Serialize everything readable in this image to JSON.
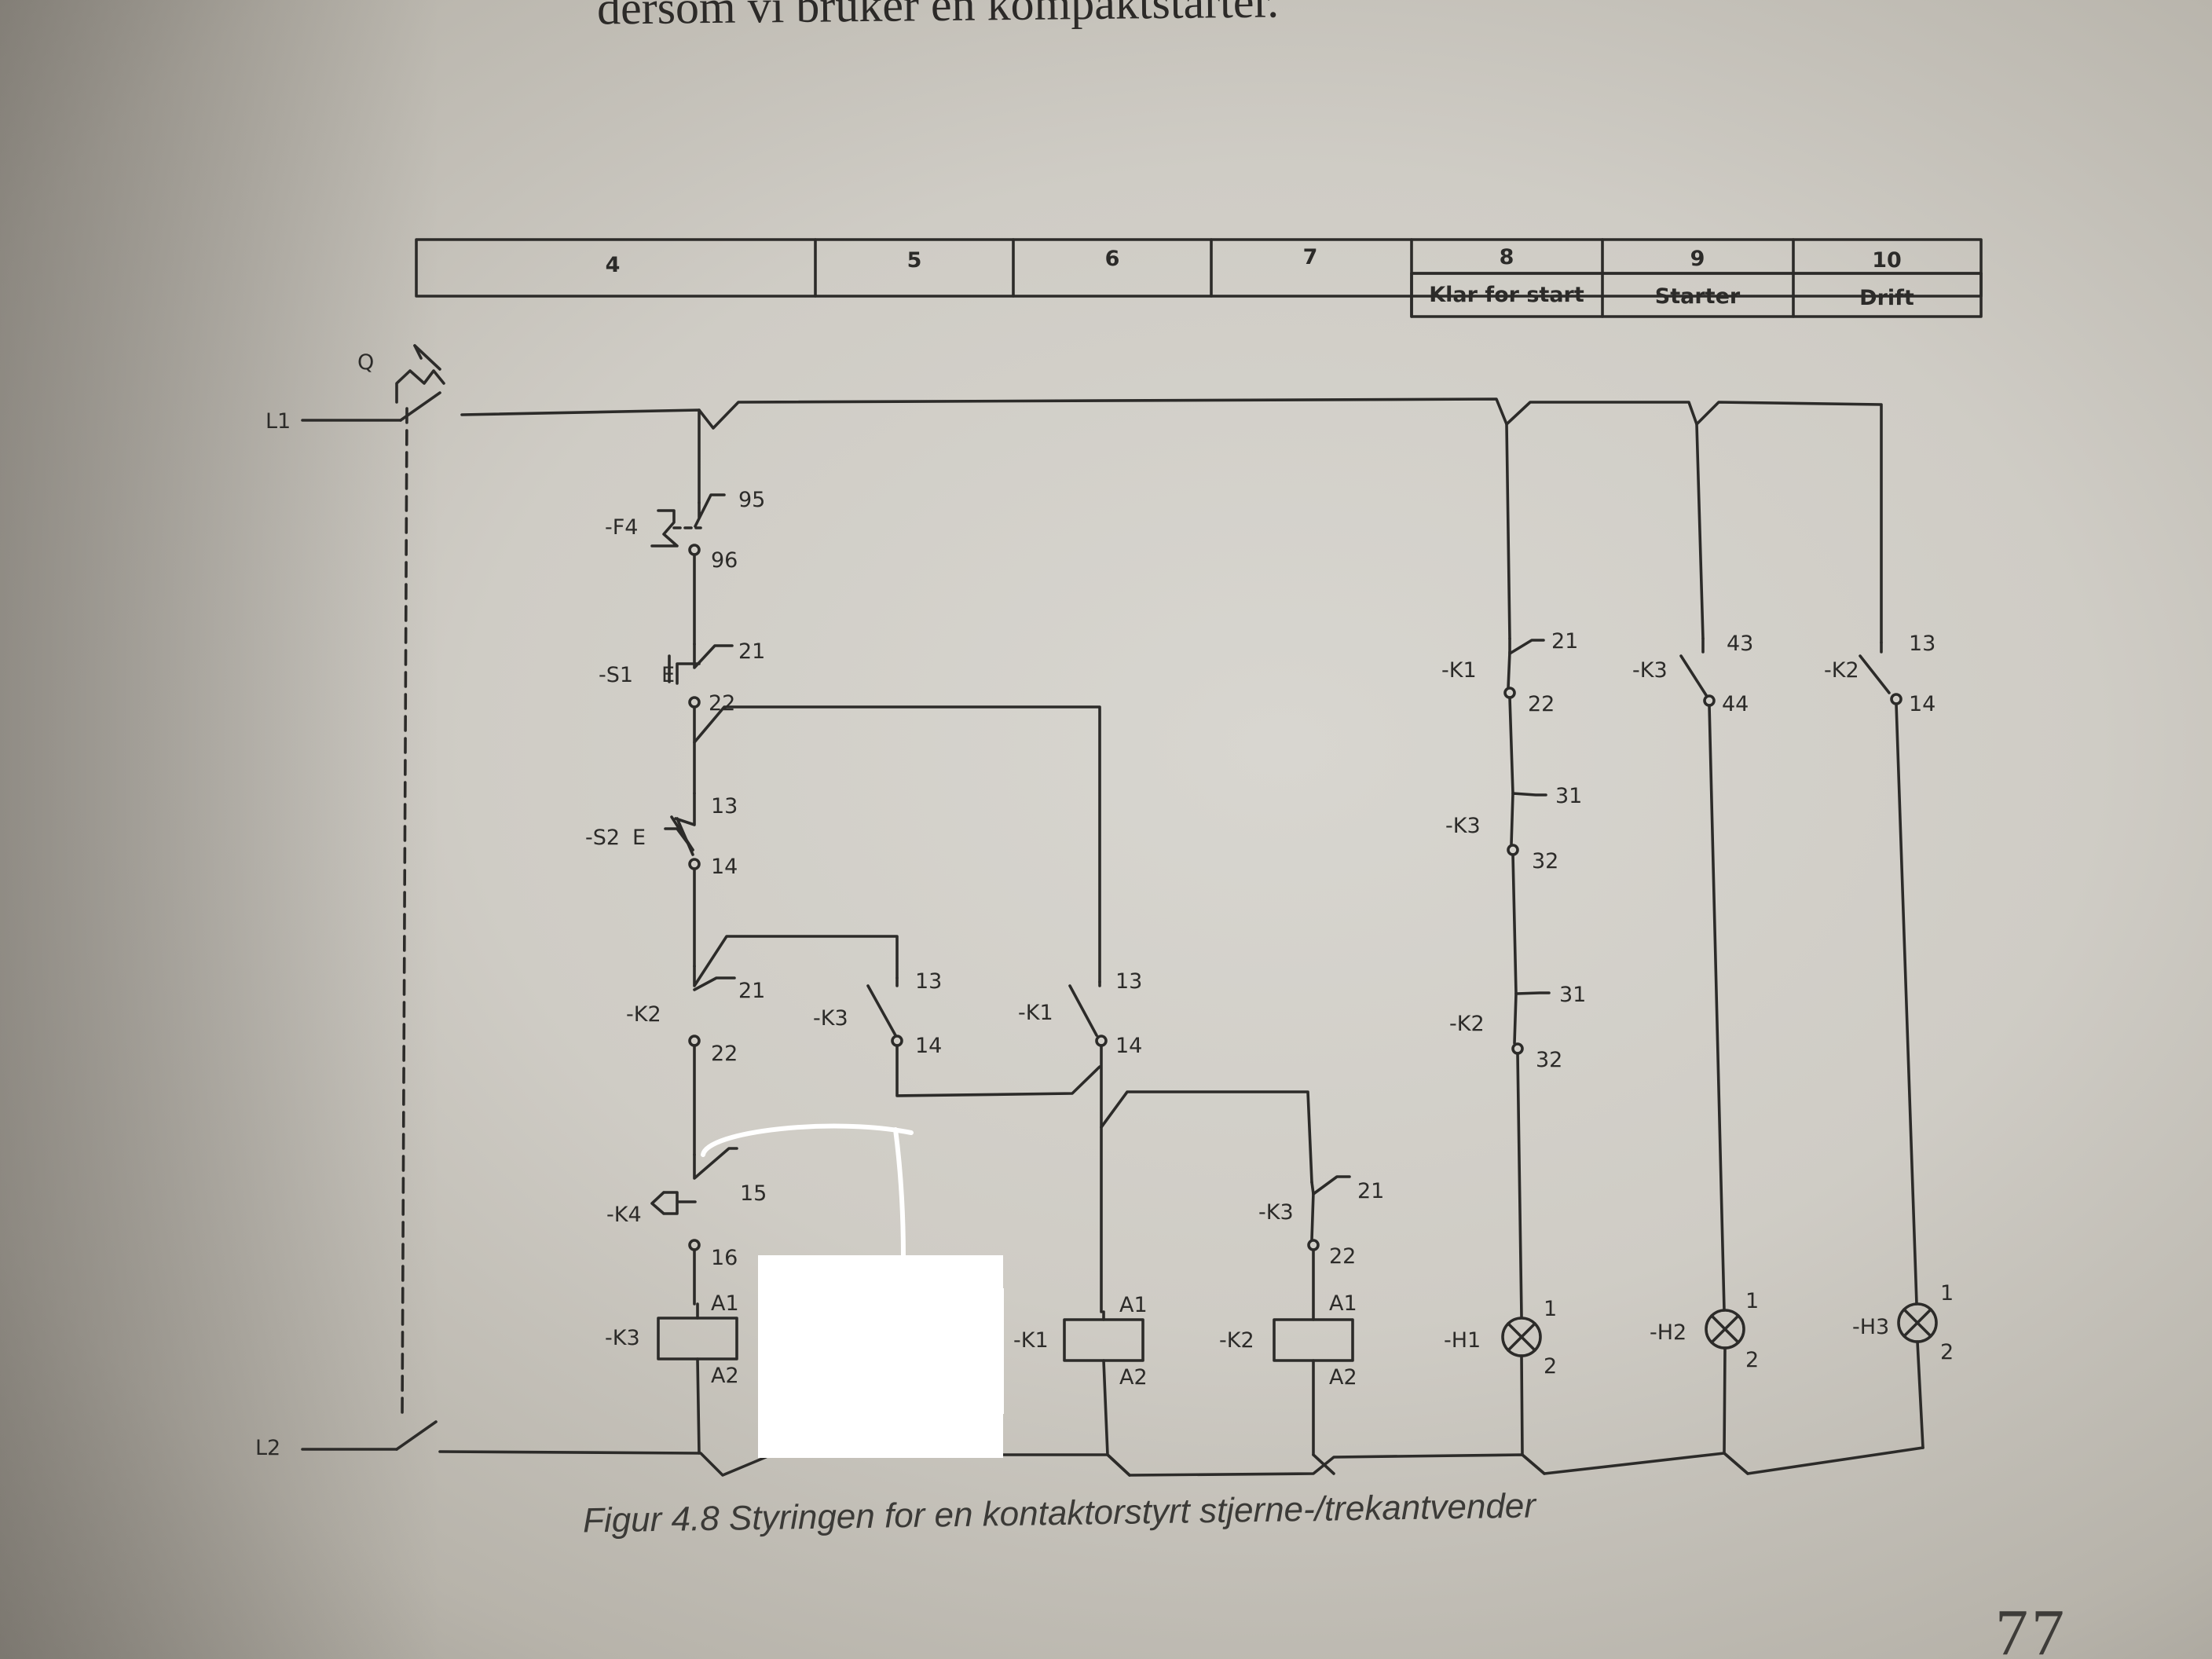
{
  "page": {
    "top_text": "dersom vi bruker en kompaktstarter.",
    "caption": "Figur 4.8 Styringen for en kontaktorstyrt stjerne-/trekantvender",
    "page_number": "77"
  },
  "header": {
    "columns": [
      "4",
      "5",
      "6",
      "7",
      "8",
      "9",
      "10"
    ],
    "descriptions": [
      "Klar for start",
      "Starter",
      "Drift"
    ]
  },
  "labels": {
    "Q": "Q",
    "L1": "L1",
    "L2": "L2",
    "F4": "-F4",
    "S1": "-S1",
    "S2": "-S2",
    "K2": "-K2",
    "K3": "-K3",
    "K1": "-K1",
    "K4": "-K4",
    "K3b": "-K3",
    "H1": "-H1",
    "H2": "-H2",
    "H3": "-H3",
    "E": "E",
    "t95": "95",
    "t96": "96",
    "t21": "21",
    "t22": "22",
    "t13": "13",
    "t14": "14",
    "t15": "15",
    "t16": "16",
    "t31": "31",
    "t32": "32",
    "t43": "43",
    "t44": "44",
    "A1": "A1",
    "A2": "A2",
    "n1": "1",
    "n2": "2"
  },
  "colors": {
    "ink": "#2c2b29",
    "paper": "#d4d2cc",
    "redaction": "#ffffff"
  }
}
